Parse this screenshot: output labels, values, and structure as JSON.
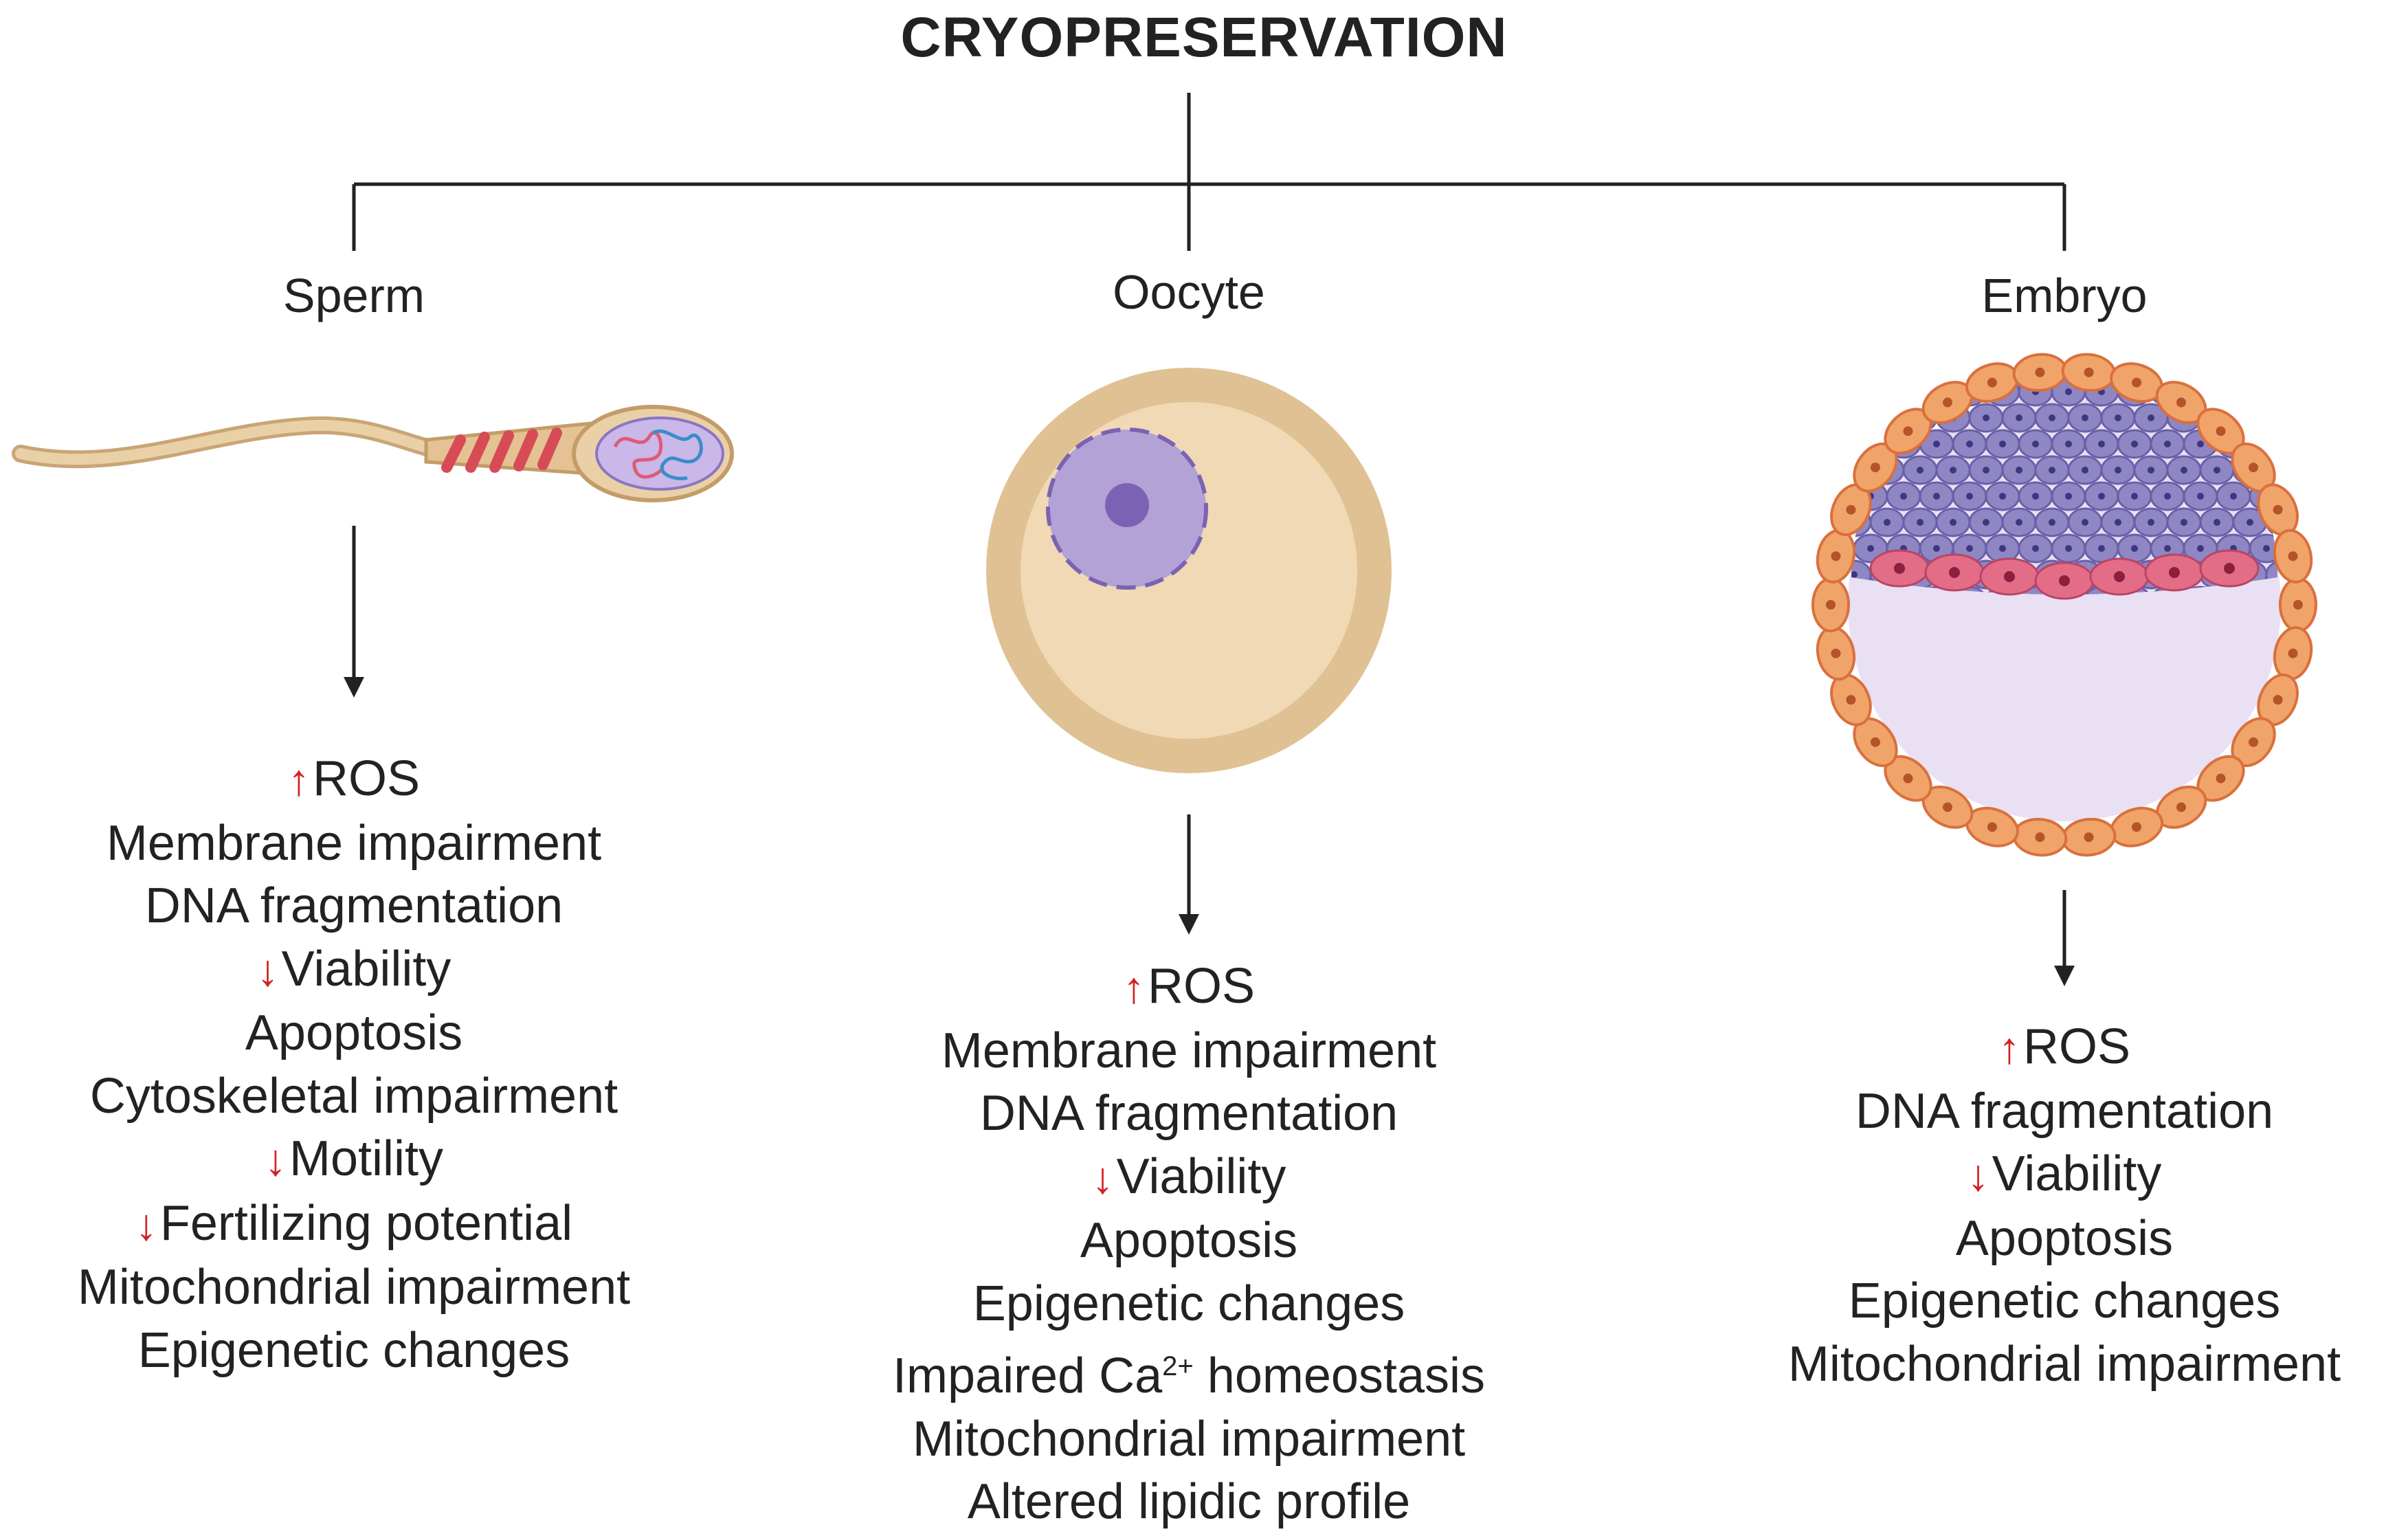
{
  "title": "CRYOPRESERVATION",
  "columns": [
    {
      "label": "Sperm",
      "icon": "sperm-cell-icon",
      "effects": [
        {
          "arrow": "up",
          "text": "ROS"
        },
        {
          "arrow": "",
          "text": "Membrane impairment"
        },
        {
          "arrow": "",
          "text": "DNA fragmentation"
        },
        {
          "arrow": "down",
          "text": "Viability"
        },
        {
          "arrow": "",
          "text": "Apoptosis"
        },
        {
          "arrow": "",
          "text": "Cytoskeletal impairment"
        },
        {
          "arrow": "down",
          "text": "Motility"
        },
        {
          "arrow": "down",
          "text": "Fertilizing potential"
        },
        {
          "arrow": "",
          "text": "Mitochondrial impairment"
        },
        {
          "arrow": "",
          "text": "Epigenetic changes"
        }
      ]
    },
    {
      "label": "Oocyte",
      "icon": "oocyte-icon",
      "effects": [
        {
          "arrow": "up",
          "text": "ROS"
        },
        {
          "arrow": "",
          "text": "Membrane impairment"
        },
        {
          "arrow": "",
          "text": "DNA fragmentation"
        },
        {
          "arrow": "down",
          "text": "Viability"
        },
        {
          "arrow": "",
          "text": "Apoptosis"
        },
        {
          "arrow": "",
          "text": "Epigenetic changes"
        },
        {
          "arrow": "",
          "text": "Impaired Ca",
          "sup": "2+",
          "after": " homeostasis"
        },
        {
          "arrow": "",
          "text": "Mitochondrial impairment"
        },
        {
          "arrow": "",
          "text": "Altered lipidic profile"
        }
      ]
    },
    {
      "label": "Embryo",
      "icon": "blastocyst-icon",
      "effects": [
        {
          "arrow": "up",
          "text": "ROS"
        },
        {
          "arrow": "",
          "text": "DNA fragmentation"
        },
        {
          "arrow": "down",
          "text": "Viability"
        },
        {
          "arrow": "",
          "text": "Apoptosis"
        },
        {
          "arrow": "",
          "text": "Epigenetic changes"
        },
        {
          "arrow": "",
          "text": "Mitochondrial impairment"
        }
      ]
    }
  ],
  "colors": {
    "increase_arrow": "#d22222",
    "decrease_arrow": "#d22222",
    "connector": "#222222",
    "sperm_body": "#e7c79a",
    "sperm_midpiece": "#e0575f",
    "nucleus": "#b3a2d6",
    "oocyte_zona": "#e0c193",
    "oocyte_cytoplasm": "#f0d9b4",
    "trophectoderm": "#f0a46a",
    "inner_cell_mass": "#8f86c4",
    "hypoblast": "#e36c86",
    "blastocoel": "#e9e0f4"
  }
}
